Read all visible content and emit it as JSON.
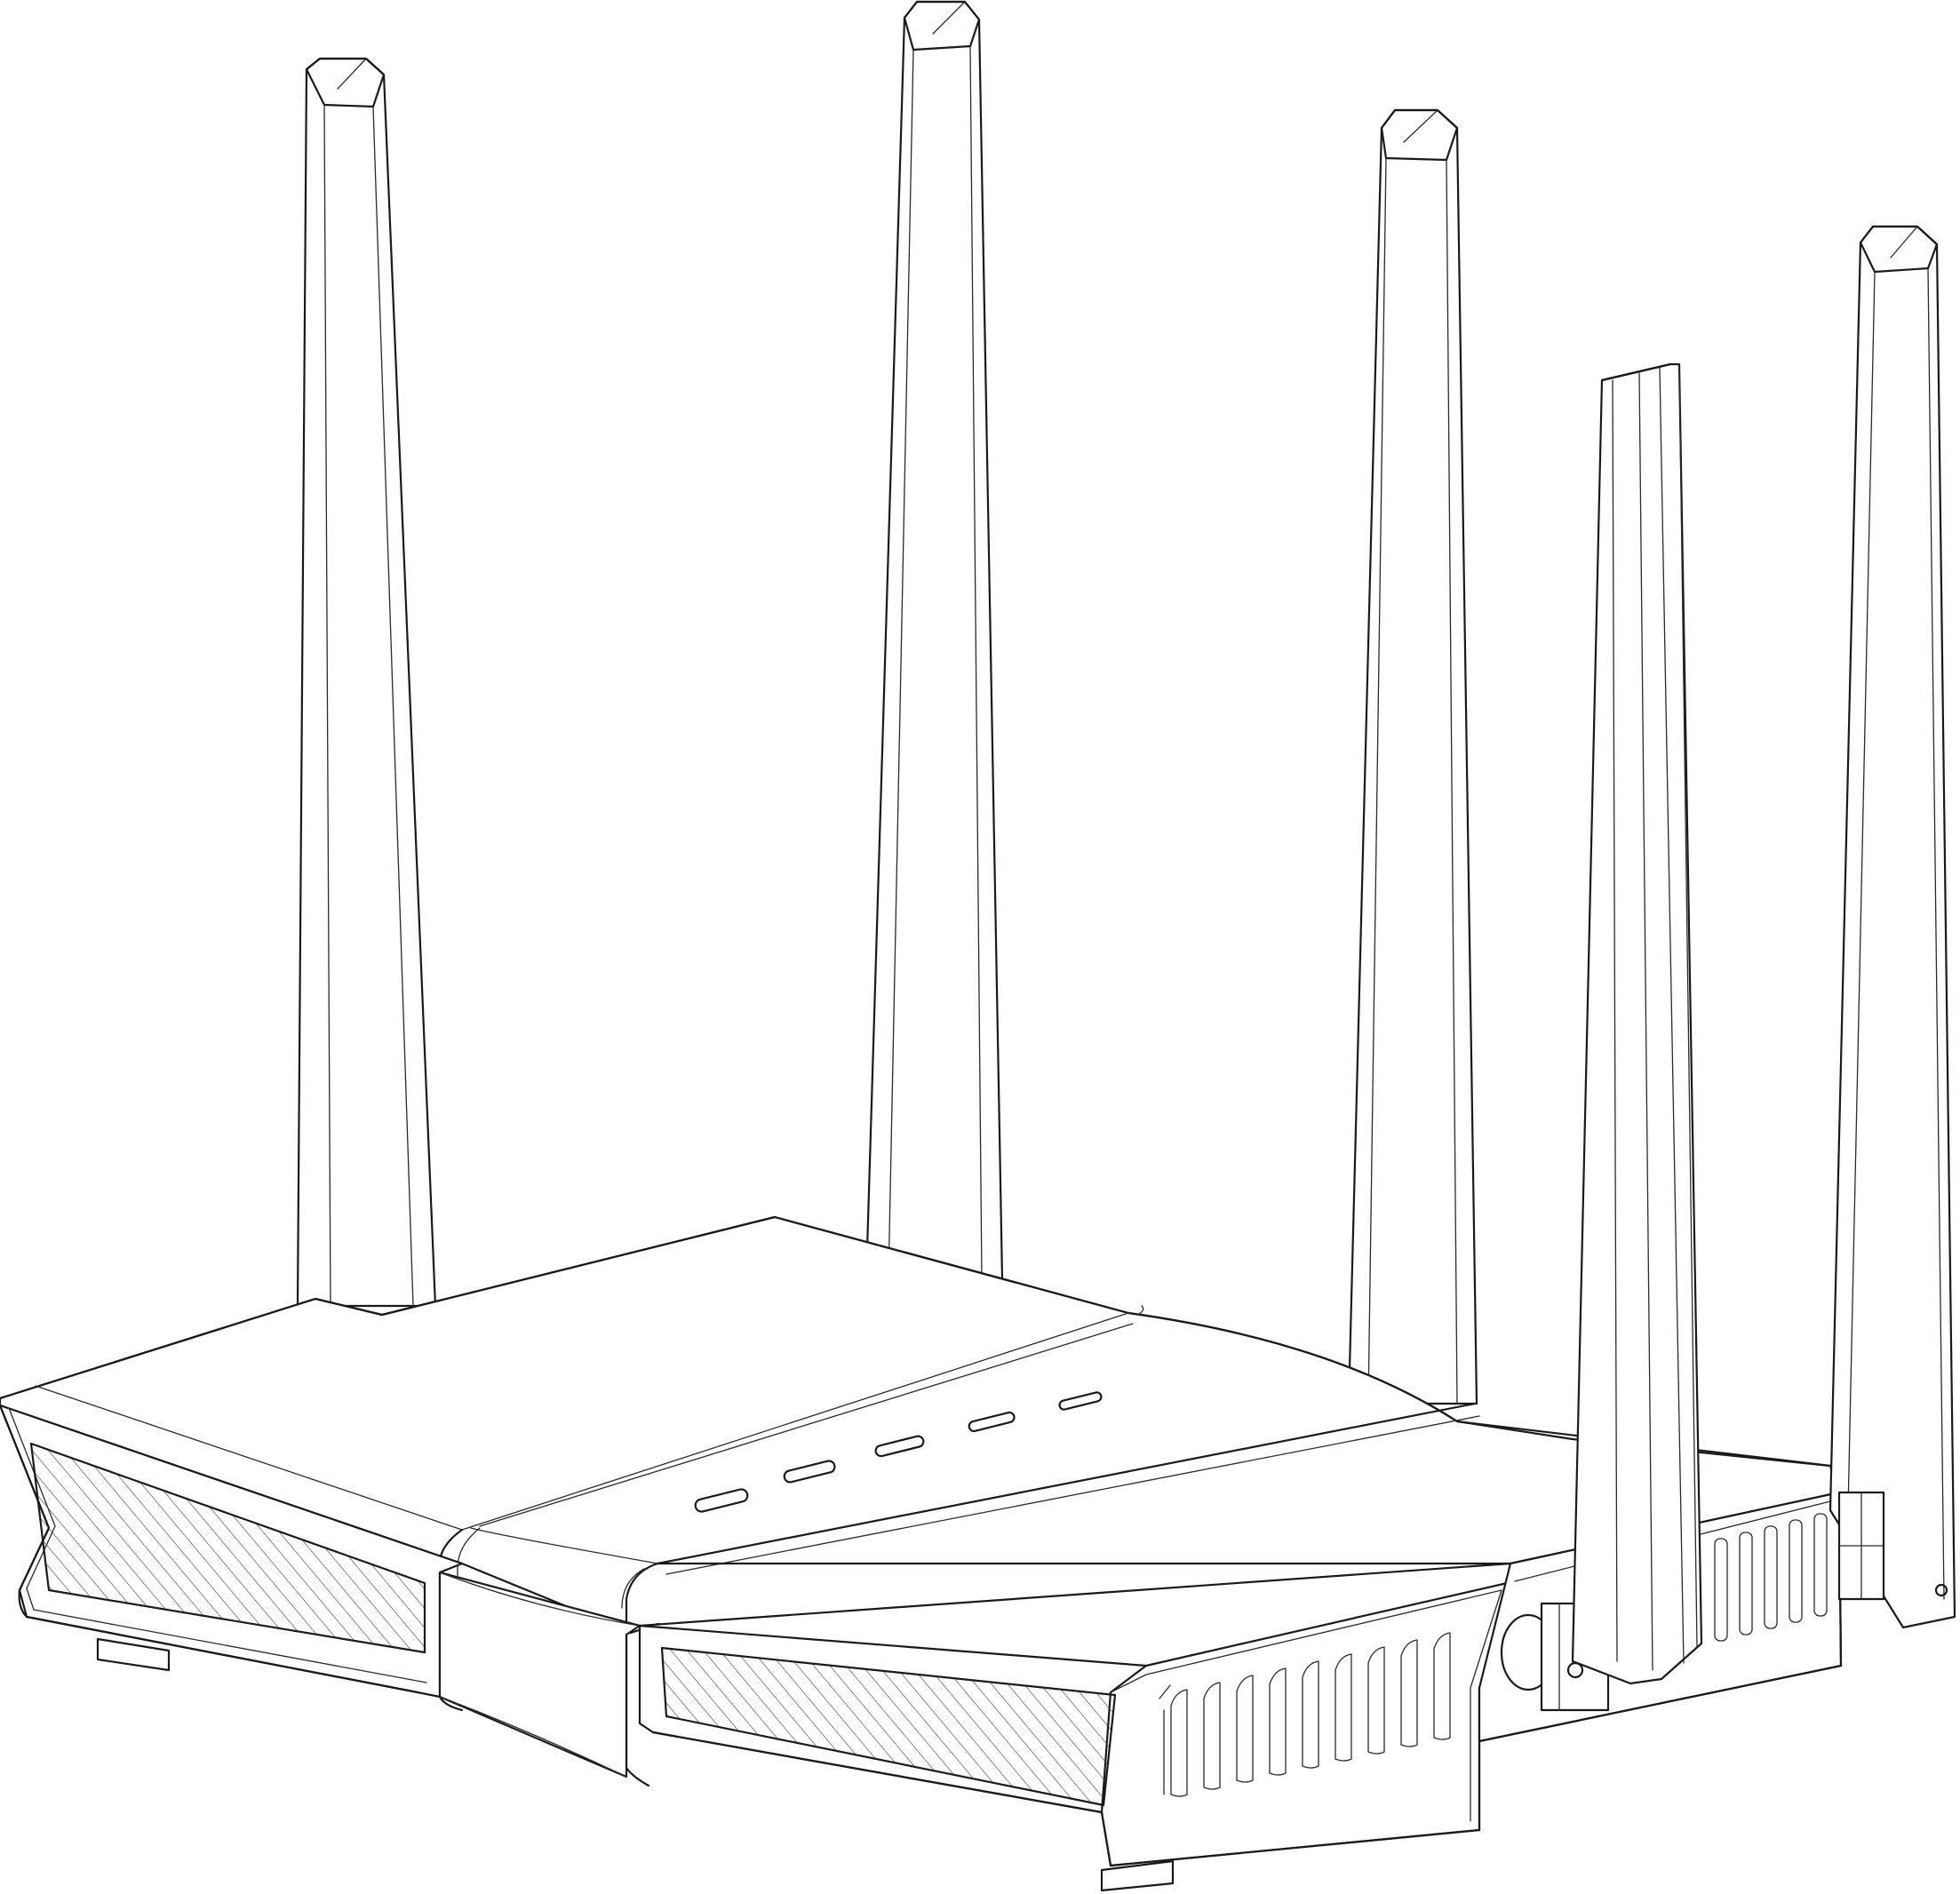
{
  "figure": {
    "subject": "router-line-drawing",
    "antenna_count": 5,
    "status_led_count": 5,
    "colors": {
      "line": "#1a1a1a",
      "background": "#ffffff"
    }
  }
}
